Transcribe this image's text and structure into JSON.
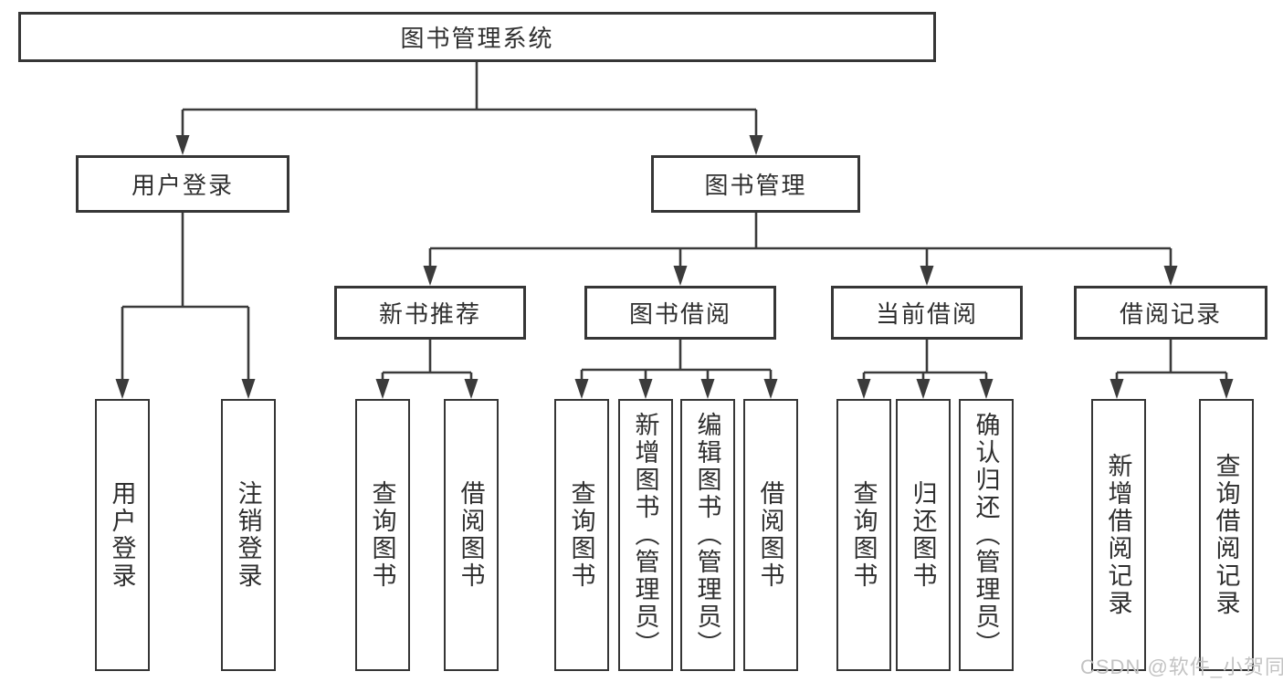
{
  "diagram": {
    "title": "图书管理系统",
    "root": {
      "label": "图书管理系统"
    },
    "branches": [
      {
        "label": "用户登录",
        "children": [
          {
            "label": "用户登录"
          },
          {
            "label": "注销登录"
          }
        ]
      },
      {
        "label": "图书管理",
        "children": [
          {
            "label": "新书推荐",
            "children": [
              {
                "label": "查询图书"
              },
              {
                "label": "借阅图书"
              }
            ]
          },
          {
            "label": "图书借阅",
            "children": [
              {
                "label": "查询图书"
              },
              {
                "label": "新增图书（管理员）"
              },
              {
                "label": "编辑图书（管理员）"
              },
              {
                "label": "借阅图书"
              }
            ]
          },
          {
            "label": "当前借阅",
            "children": [
              {
                "label": "查询图书"
              },
              {
                "label": "归还图书"
              },
              {
                "label": "确认归还（管理员）"
              }
            ]
          },
          {
            "label": "借阅记录",
            "children": [
              {
                "label": "新增借阅记录"
              },
              {
                "label": "查询借阅记录"
              }
            ]
          }
        ]
      }
    ]
  },
  "watermark": {
    "text": "CSDN @软件_小贺同学"
  },
  "colors": {
    "line": "#3b3b3b",
    "border": "#363636",
    "text": "#2f2f2f",
    "watermark": "#c3c3c3",
    "background": "#ffffff"
  }
}
